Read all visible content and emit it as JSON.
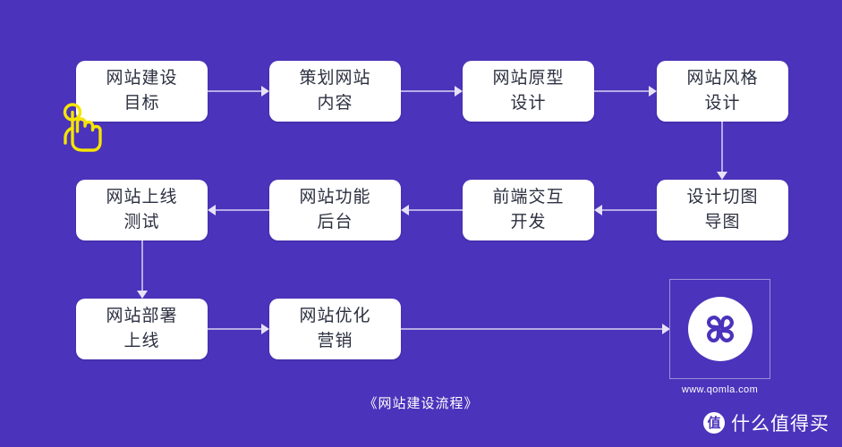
{
  "background_color": "#4b33bb",
  "node_fill_color": "#ffffff",
  "node_text_color": "#2c3040",
  "connector_color": "#b7abe6",
  "cursor_color": "#f5e400",
  "caption": "《网站建设流程》",
  "nodes": [
    {
      "id": "node-1",
      "line1": "网站建设",
      "line2": "目标"
    },
    {
      "id": "node-2",
      "line1": "策划网站",
      "line2": "内容"
    },
    {
      "id": "node-3",
      "line1": "网站原型",
      "line2": "设计"
    },
    {
      "id": "node-4",
      "line1": "网站风格",
      "line2": "设计"
    },
    {
      "id": "node-5",
      "line1": "设计切图",
      "line2": "导图"
    },
    {
      "id": "node-6",
      "line1": "前端交互",
      "line2": "开发"
    },
    {
      "id": "node-7",
      "line1": "网站功能",
      "line2": "后台"
    },
    {
      "id": "node-8",
      "line1": "网站上线",
      "line2": "测试"
    },
    {
      "id": "node-9",
      "line1": "网站部署",
      "line2": "上线"
    },
    {
      "id": "node-10",
      "line1": "网站优化",
      "line2": "营销"
    }
  ],
  "logo": {
    "icon_name": "qomla-clover-logo",
    "url": "www.qomla.com"
  },
  "watermark": {
    "badge": "值",
    "text": "什么值得买"
  },
  "cursor": {
    "icon_name": "tap-hand-cursor"
  }
}
